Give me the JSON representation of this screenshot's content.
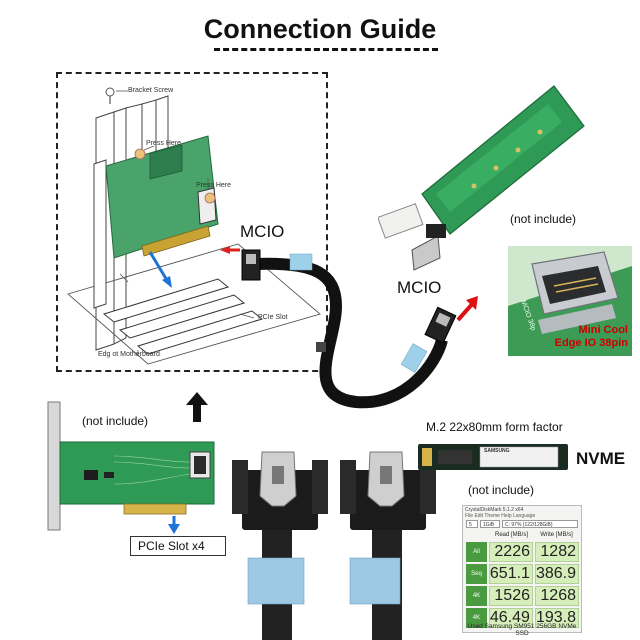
{
  "title": "Connection Guide",
  "diagram": {
    "bracket_screw": "Bracket Screw",
    "press_here_1": "Press Here",
    "press_here_2": "Press Here",
    "pcie_slot": "PCIe Slot",
    "edge_of_motherboard": "Edg ot Motherboard"
  },
  "labels": {
    "mcio_left": "MCIO",
    "mcio_right": "MCIO",
    "not_include_top": "(not include)",
    "not_include_left": "(not include)",
    "not_include_bottom": "(not include)",
    "mini_cool_line1": "Mini Cool",
    "mini_cool_line2": "Edge IO 38pin",
    "m2_form_factor": "M.2 22x80mm form factor",
    "nvme": "NVME",
    "pcie_slot_x4": "PCIe Slot x4",
    "mini_connector_side": "MCIO 38p"
  },
  "ssd_label": "SAMSUNG",
  "benchmark": {
    "window_title": "CrystalDiskMark 5.1.2 x64",
    "menu": "File  Edit  Theme  Help  Language",
    "count": "5",
    "size": "1GiB",
    "drive": "C: 97% (122/128GiB)",
    "col_read": "Read [MB/s]",
    "col_write": "Write [MB/s]",
    "rows": [
      {
        "label": "All",
        "read": "2226",
        "write": "1282"
      },
      {
        "label": "Seq",
        "read": "651.1",
        "write": "386.9"
      },
      {
        "label": "4K",
        "read": "1526",
        "write": "1268"
      },
      {
        "label": "4K",
        "read": "46.49",
        "write": "193.8"
      }
    ],
    "footer": "Used Samsung SM951 256GB NVMe SSD"
  }
}
